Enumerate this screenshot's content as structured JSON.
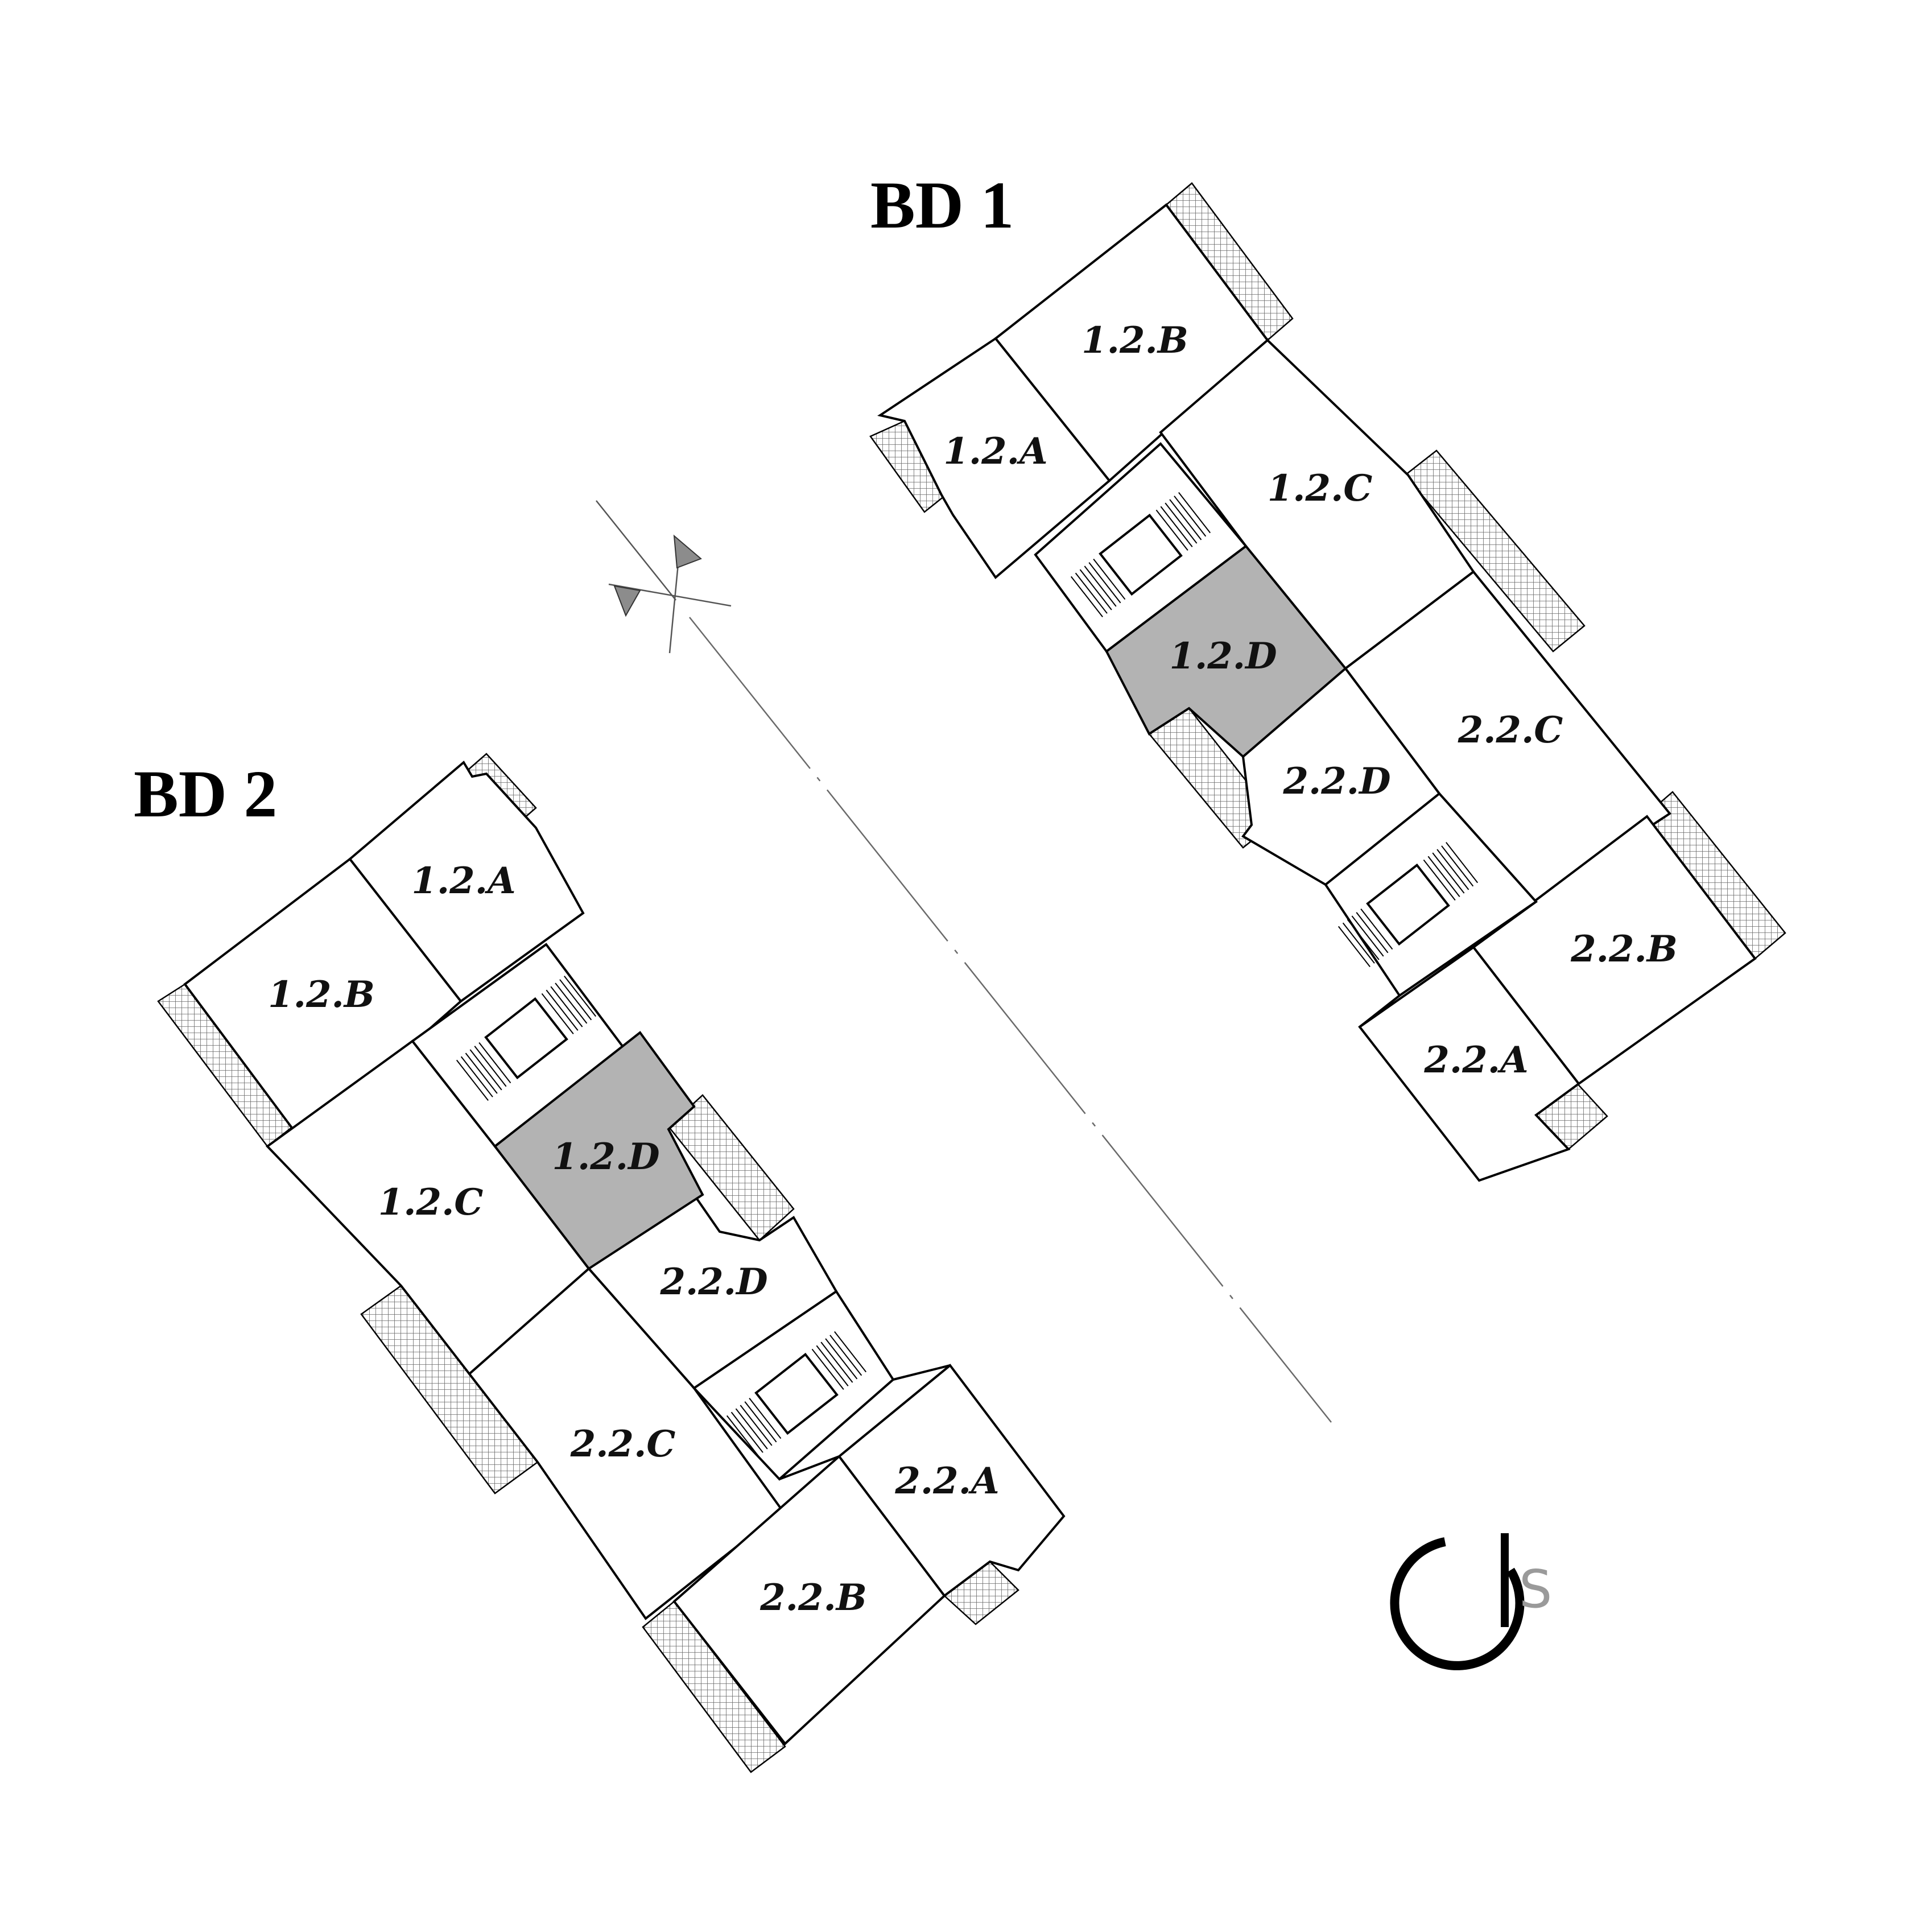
{
  "buildings": [
    {
      "id": "bd1",
      "title": "BD 1",
      "units": [
        {
          "id": "1.2.B",
          "label": "1.2.B",
          "highlight": false
        },
        {
          "id": "1.2.A",
          "label": "1.2.A",
          "highlight": false
        },
        {
          "id": "1.2.C",
          "label": "1.2.C",
          "highlight": false
        },
        {
          "id": "1.2.D",
          "label": "1.2.D",
          "highlight": true
        },
        {
          "id": "2.2.C",
          "label": "2.2.C",
          "highlight": false
        },
        {
          "id": "2.2.D",
          "label": "2.2.D",
          "highlight": false
        },
        {
          "id": "2.2.B",
          "label": "2.2.B",
          "highlight": false
        },
        {
          "id": "2.2.A",
          "label": "2.2.A",
          "highlight": false
        }
      ]
    },
    {
      "id": "bd2",
      "title": "BD 2",
      "units": [
        {
          "id": "1.2.A",
          "label": "1.2.A",
          "highlight": false
        },
        {
          "id": "1.2.B",
          "label": "1.2.B",
          "highlight": false
        },
        {
          "id": "1.2.C",
          "label": "1.2.C",
          "highlight": false
        },
        {
          "id": "1.2.D",
          "label": "1.2.D",
          "highlight": true
        },
        {
          "id": "2.2.D",
          "label": "2.2.D",
          "highlight": false
        },
        {
          "id": "2.2.C",
          "label": "2.2.C",
          "highlight": false
        },
        {
          "id": "2.2.A",
          "label": "2.2.A",
          "highlight": false
        },
        {
          "id": "2.2.B",
          "label": "2.2.B",
          "highlight": false
        }
      ]
    }
  ],
  "colors": {
    "highlight": "#b3b3b3",
    "line": "#000000",
    "axis": "#6a6a6a",
    "logo_letter": "#9a9a9a"
  },
  "logo": {
    "letter": "S"
  },
  "icons": [
    "north-arrow-icon",
    "logo-icon"
  ]
}
